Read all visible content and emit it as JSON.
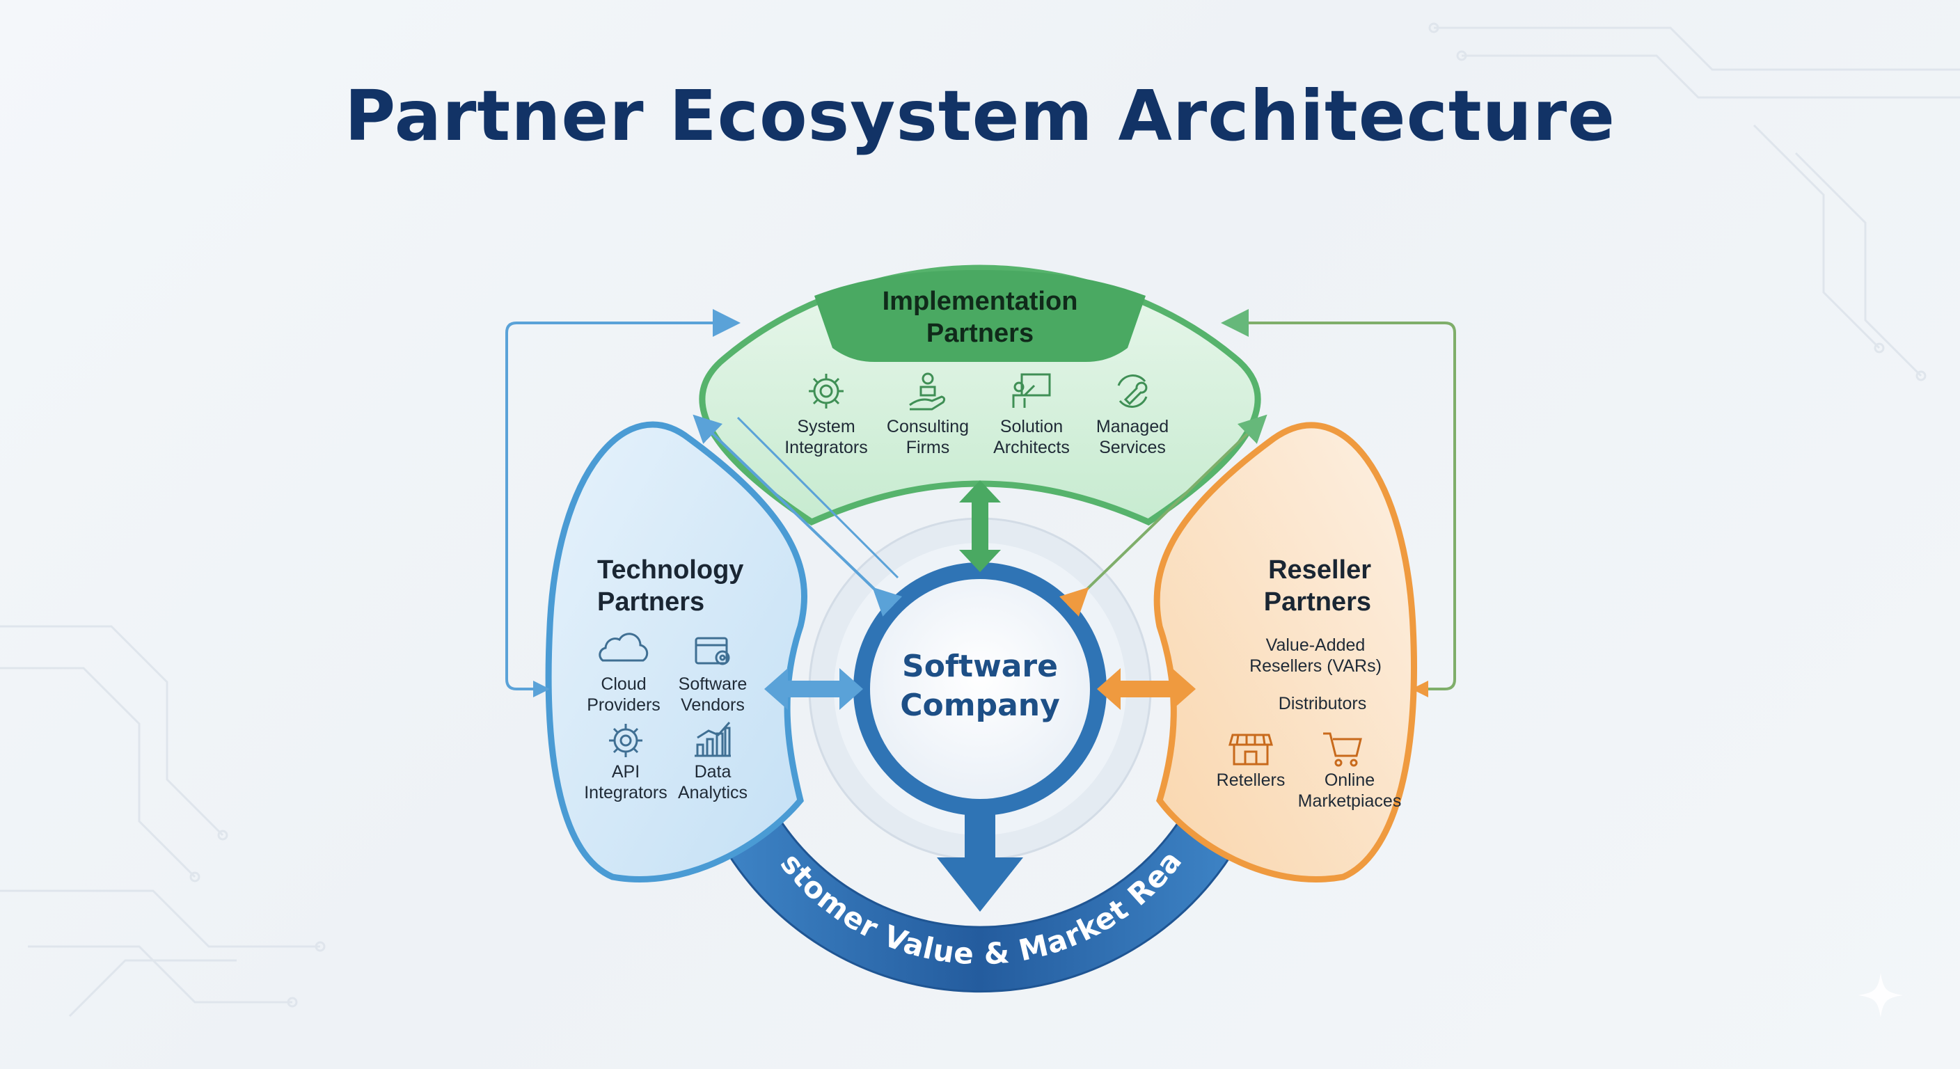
{
  "title": "Partner Ecosystem Architecture",
  "center": {
    "line1": "Software",
    "line2": "Company"
  },
  "ring_label": "Customer Value & Market Reach",
  "implementation": {
    "line1": "Implementation",
    "line2": "Partners",
    "items": [
      {
        "icon": "gear-icon",
        "line1": "System",
        "line2": "Integrators"
      },
      {
        "icon": "handshake-icon",
        "line1": "Consulting",
        "line2": "Firms"
      },
      {
        "icon": "presentation-board-icon",
        "line1": "Solution",
        "line2": "Architects"
      },
      {
        "icon": "wrench-cycle-icon",
        "line1": "Managed",
        "line2": "Services"
      }
    ]
  },
  "technology": {
    "line1": "Technology",
    "line2": "Partners",
    "items": [
      {
        "icon": "cloud-icon",
        "line1": "Cloud",
        "line2": "Providers"
      },
      {
        "icon": "browser-gear-icon",
        "line1": "Software",
        "line2": "Vendors"
      },
      {
        "icon": "gear-icon",
        "line1": "API",
        "line2": "Integrators"
      },
      {
        "icon": "bar-chart-icon",
        "line1": "Data",
        "line2": "Analytics"
      }
    ]
  },
  "reseller": {
    "line1": "Reseller",
    "line2": "Partners",
    "value_added_line1": "Value-Added",
    "value_added_line2": "Resellers (VARs)",
    "distributors": "Distributors",
    "items": [
      {
        "icon": "storefront-icon",
        "line1": "Retellers",
        "line2": ""
      },
      {
        "icon": "shopping-cart-icon",
        "line1": "Online",
        "line2": "Marketpiaces"
      }
    ]
  },
  "colors": {
    "title": "#123366",
    "implementation": "#56b36c",
    "technology": "#4a9bd4",
    "reseller": "#ef9a3f",
    "center": "#2f74b5",
    "ring": "#2a66a8"
  }
}
